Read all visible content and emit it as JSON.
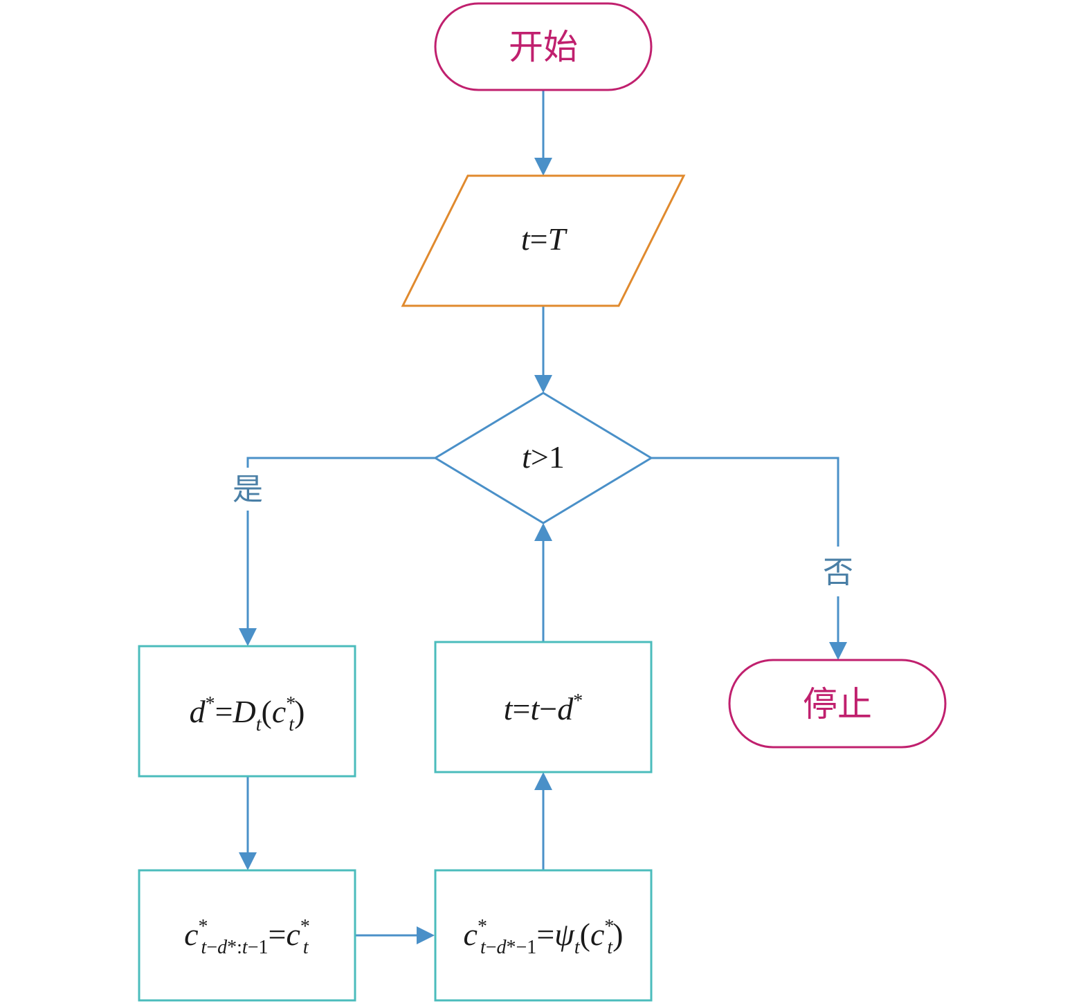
{
  "nodes": {
    "start": {
      "label": "开始",
      "shape": "terminator",
      "color": "#c0206e"
    },
    "init": {
      "label": "t=T",
      "shape": "parallelogram",
      "color": "#e08a2e"
    },
    "decision": {
      "label": "t>1",
      "shape": "diamond",
      "color": "#4a90c8"
    },
    "duration": {
      "label": "d*=Dt(c*t)",
      "shape": "process",
      "color": "#4bbcbc"
    },
    "assign": {
      "label": "c*t−d*:t−1=c*t",
      "shape": "process",
      "color": "#4bbcbc"
    },
    "backtrack": {
      "label": "c*t−d*−1=ψt(c*t)",
      "shape": "process",
      "color": "#4bbcbc"
    },
    "update": {
      "label": "t=t−d*",
      "shape": "process",
      "color": "#4bbcbc"
    },
    "stop": {
      "label": "停止",
      "shape": "terminator",
      "color": "#c0206e"
    }
  },
  "branches": {
    "yes": "是",
    "no": "否"
  },
  "edges": [
    {
      "from": "start",
      "to": "init"
    },
    {
      "from": "init",
      "to": "decision"
    },
    {
      "from": "decision",
      "to": "duration",
      "label": "是"
    },
    {
      "from": "decision",
      "to": "stop",
      "label": "否"
    },
    {
      "from": "duration",
      "to": "assign"
    },
    {
      "from": "assign",
      "to": "backtrack"
    },
    {
      "from": "backtrack",
      "to": "update"
    },
    {
      "from": "update",
      "to": "decision"
    }
  ],
  "colors": {
    "edge": "#4a90c8",
    "terminator": "#c0206e",
    "io": "#e08a2e",
    "process": "#4bbcbc",
    "decision": "#4a90c8",
    "branch_label": "#4a7fa6"
  }
}
